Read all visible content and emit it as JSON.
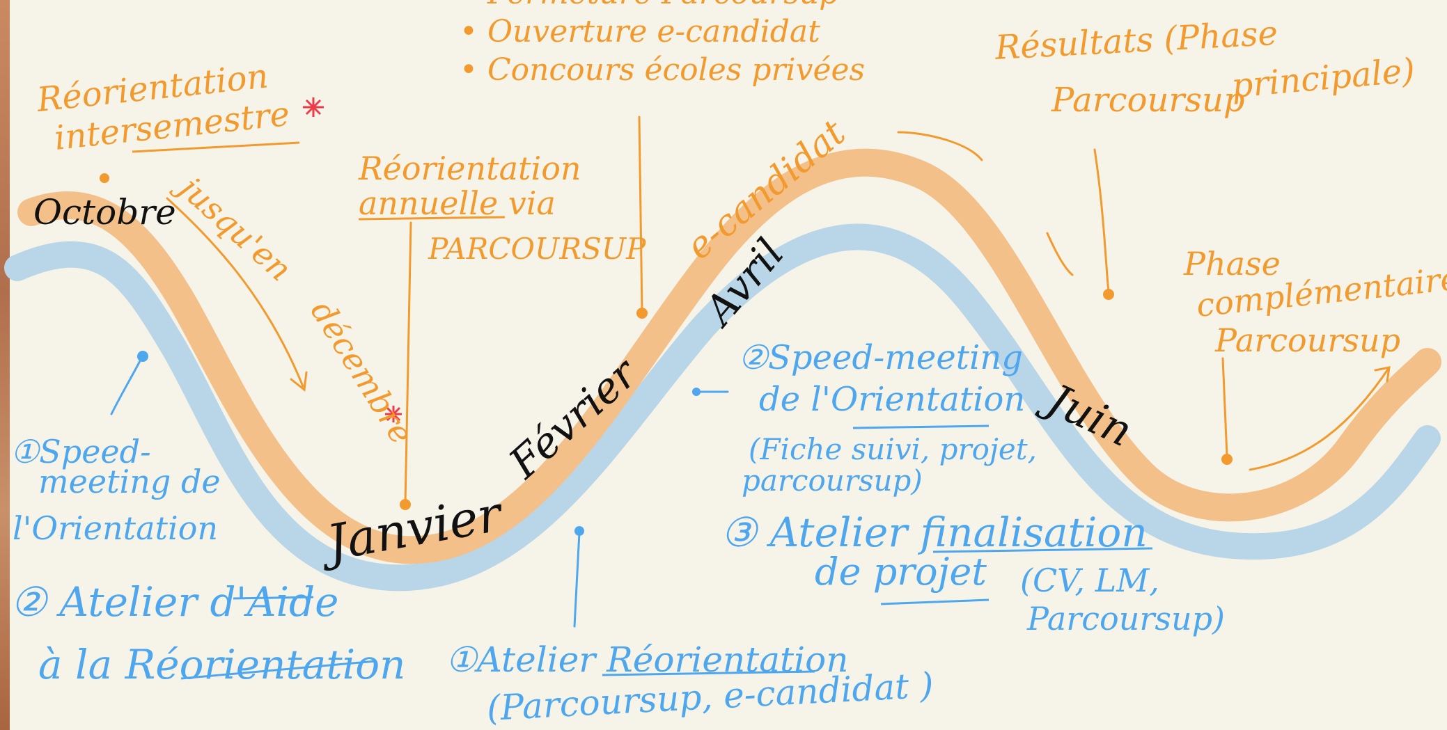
{
  "colors": {
    "orange": "#f29a2e",
    "blue": "#4ea7ee",
    "black": "#111111",
    "band_orange": "#f3c08a",
    "band_blue": "#b9d6e8",
    "asterisk": "#ee3b4a"
  },
  "months": {
    "octobre": "Octobre",
    "janvier": "Janvier",
    "fevrier": "Février",
    "avril": "Avril",
    "juin": "Juin"
  },
  "orange_notes": {
    "reorientation_inter_1": "Réorientation",
    "reorientation_inter_2": "intersemestre",
    "jusqu_1": "jusqu'en",
    "jusqu_2": "décembre",
    "annuelle_1": "Réorientation",
    "annuelle_2": "annuelle via",
    "annuelle_3": "PARCOURSUP",
    "top_1": "• Fermeture Parcoursup",
    "top_2": "• Ouverture e-candidat",
    "top_3": "• Concours écoles privées",
    "e_candidat": "e-candidat",
    "resultats_1": "Résultats (Phase",
    "resultats_2": "principale)",
    "resultats_3": "Parcoursup",
    "complementaire_1": "Phase",
    "complementaire_2": "complémentaire",
    "complementaire_3": "Parcoursup"
  },
  "blue_notes": {
    "speed1_1": "①Speed-",
    "speed1_2": "meeting de",
    "speed1_3": "l'Orientation",
    "aide_1": "② Atelier d'Aide",
    "aide_2": "à la Réorientation",
    "atelier_reo_1": "①Atelier Réorientation",
    "atelier_reo_2": "(Parcoursup, e-candidat )",
    "speed2_1": "②Speed-meeting",
    "speed2_2": "de l'Orientation",
    "speed2_3": "(Fiche suivi, projet,",
    "speed2_4": "parcoursup)",
    "finalisation_1": "③ Atelier finalisation",
    "finalisation_2": "de projet",
    "finalisation_3": "(CV, LM,",
    "finalisation_4": "Parcoursup)"
  }
}
